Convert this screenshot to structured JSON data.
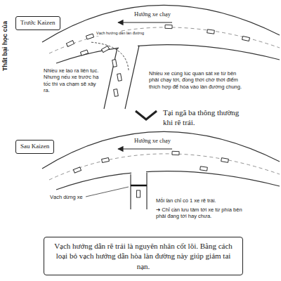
{
  "diagram": {
    "nodes": [
      {
        "text": [
          "Trước Kaizen"
        ]
      },
      {
        "text": [
          "Sau Kaizen"
        ]
      },
      {
        "text": [
          "Vạch hướng dẫn rẽ trái là nguyên nhân cốt lõi. Bằng cách loại bỏ vạch hướng dẫn hòa làn đường này giúp giảm tai nạn."
        ]
      }
    ],
    "edges": [],
    "labels": [
      "Thất bại học của",
      "Hướng xe chạy",
      "Vạch hướng dẫn làn đường",
      "Nhiều xe lao ra liên tục. Nhưng nếu xe trước hạ tốc thì va chạm sẽ xảy ra.",
      "Nhiều xe cùng lúc quan sát xe từ bên phải chạy tới, đồng thời chờ thời điểm thích hợp để hòa vào làn đường chung.",
      "Tại ngã ba thông thường khi rẽ trái.",
      "Hướng xe chạy",
      "Vạch dừng xe",
      "Mỗi lần chỉ có 1 xe rẽ trái.",
      "➔ Chỉ cần lưu tâm tới xe từ phía bên phải đang tới hay chưa."
    ]
  }
}
